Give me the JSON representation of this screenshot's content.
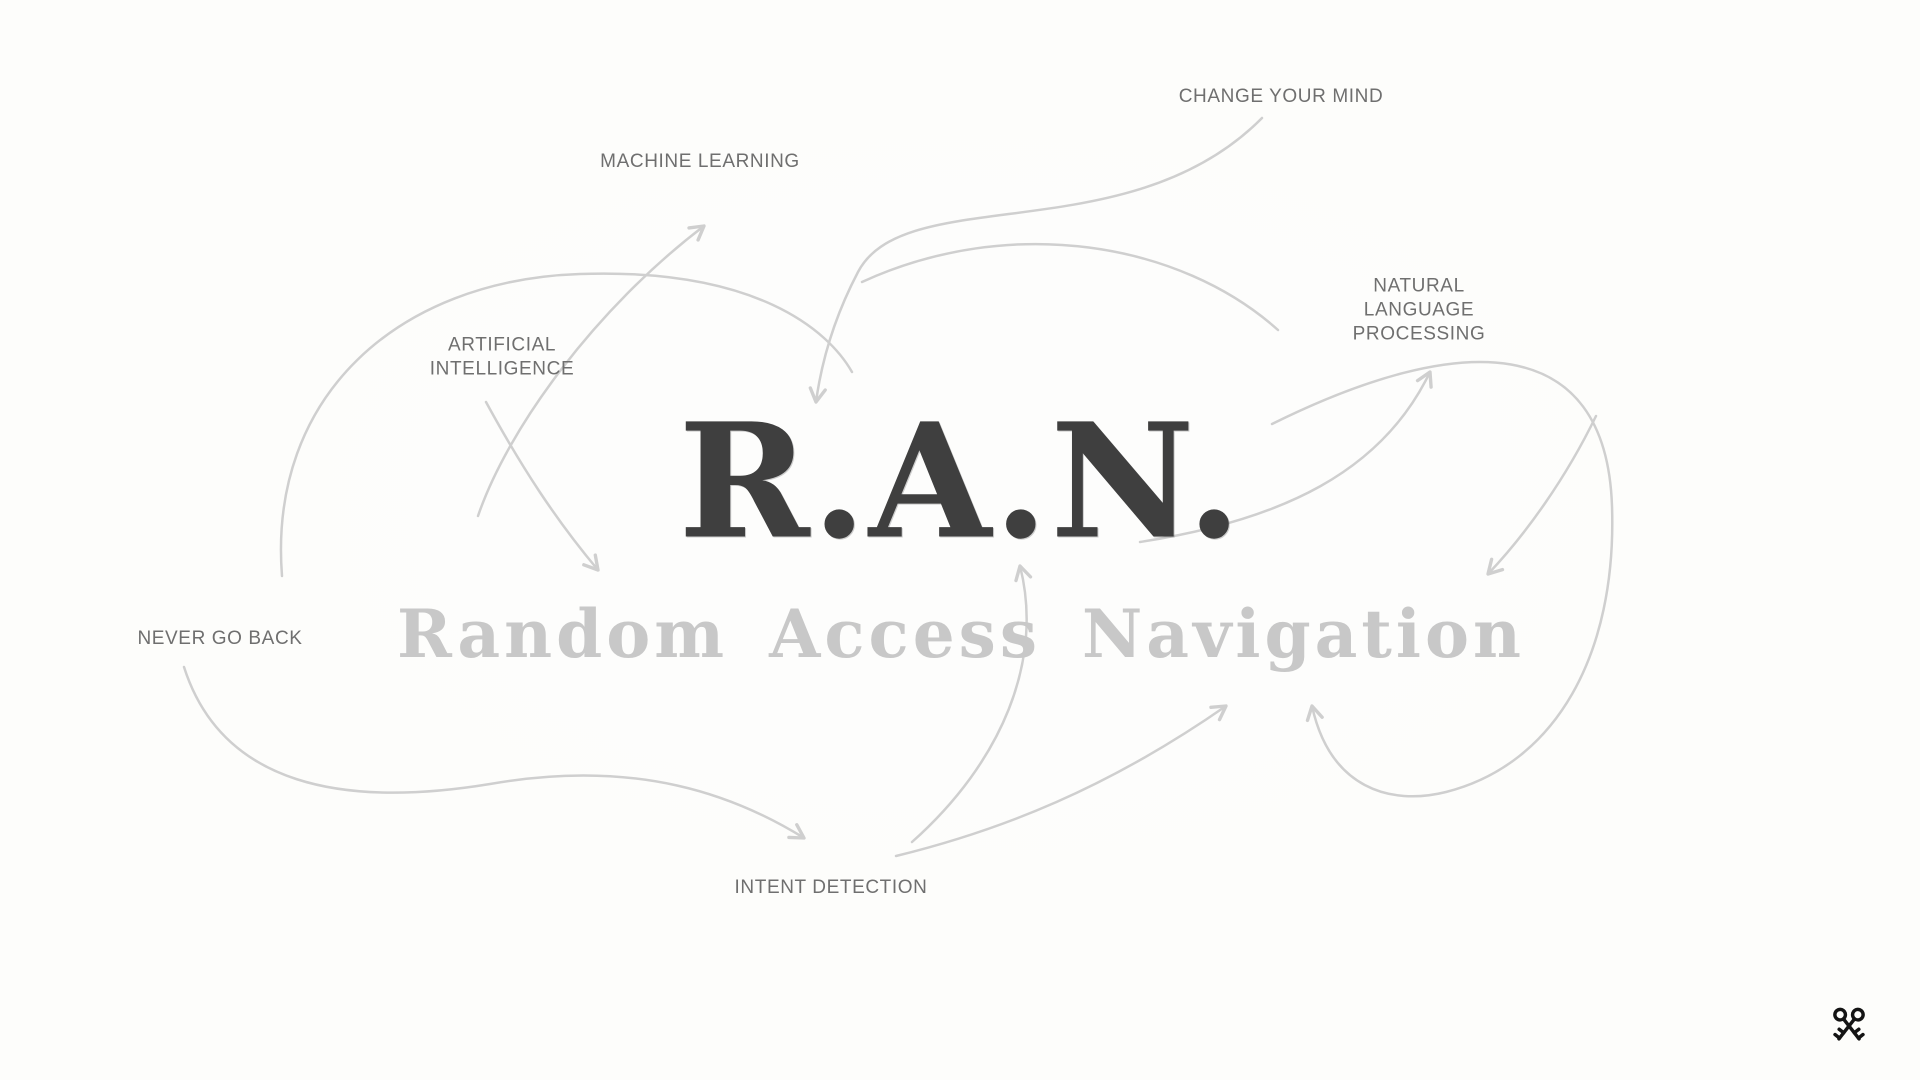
{
  "page": {
    "type": "title-slide"
  },
  "title": {
    "acronym": "R.A.N.",
    "subtitle": "Random Access Navigation"
  },
  "labels": {
    "change_your_mind": "CHANGE YOUR MIND",
    "machine_learning": "MACHINE LEARNING",
    "artificial_intelligence": "ARTIFICIAL\nINTELLIGENCE",
    "natural_language_processing": "NATURAL\nLANGUAGE\nPROCESSING",
    "never_go_back": "NEVER GO BACK",
    "intent_detection": "INTENT DETECTION"
  },
  "icons": {
    "crossed_keys": "crossed-keys-icon"
  },
  "colors": {
    "background": "#fdfdfb",
    "grid_line": "#ececea",
    "label_text": "#6f6f6f",
    "title_text": "#3f3f3f",
    "subtitle_text": "#c8c8c8",
    "arrow_stroke": "#cfcfcf",
    "icon": "#141414"
  }
}
